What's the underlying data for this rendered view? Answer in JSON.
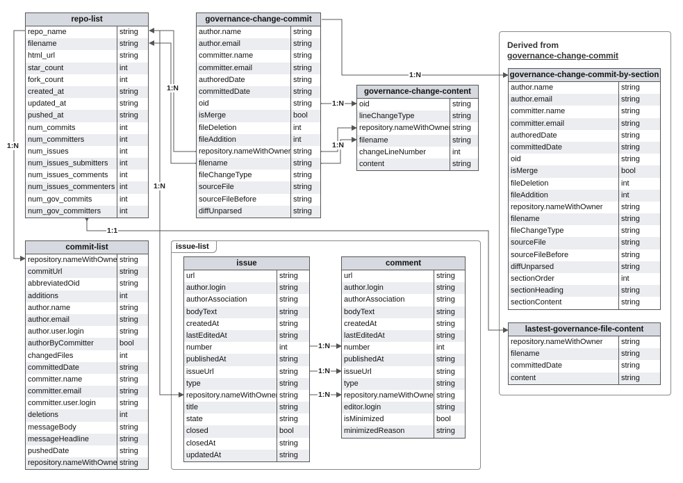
{
  "groups": {
    "issue_list": {
      "label": "issue-list"
    },
    "derived": {
      "line1": "Derived from",
      "line2": "governance-change-commit"
    }
  },
  "relations": {
    "repo_gcc": "1:N",
    "repo_commit": "1:N",
    "repo_issue": "1:N",
    "gcc_gcontent_oid": "1:N",
    "gcc_gcontent_file": "1:N",
    "gcc_section": "1:N",
    "repo_lastest": "1:1",
    "issue_comment_number": "1:N",
    "issue_comment_url": "1:N",
    "issue_comment_repo": "1:N"
  },
  "tables": {
    "repo_list": {
      "title": "repo-list",
      "rows": [
        [
          "repo_name",
          "string"
        ],
        [
          "filename",
          "string"
        ],
        [
          "html_url",
          "string"
        ],
        [
          "star_count",
          "int"
        ],
        [
          "fork_count",
          "int"
        ],
        [
          "created_at",
          "string"
        ],
        [
          "updated_at",
          "string"
        ],
        [
          "pushed_at",
          "string"
        ],
        [
          "num_commits",
          "int"
        ],
        [
          "num_committers",
          "int"
        ],
        [
          "num_issues",
          "int"
        ],
        [
          "num_issues_submitters",
          "int"
        ],
        [
          "num_issues_comments",
          "int"
        ],
        [
          "num_issues_commenters",
          "int"
        ],
        [
          "num_gov_commits",
          "int"
        ],
        [
          "num_gov_committers",
          "int"
        ]
      ]
    },
    "commit_list": {
      "title": "commit-list",
      "rows": [
        [
          "repository.nameWithOwner",
          "string"
        ],
        [
          "commitUrl",
          "string"
        ],
        [
          "abbreviatedOid",
          "string"
        ],
        [
          "additions",
          "int"
        ],
        [
          "author.name",
          "string"
        ],
        [
          "author.email",
          "string"
        ],
        [
          "author.user.login",
          "string"
        ],
        [
          "authorByCommitter",
          "bool"
        ],
        [
          "changedFiles",
          "int"
        ],
        [
          "committedDate",
          "string"
        ],
        [
          "committer.name",
          "string"
        ],
        [
          "committer.email",
          "string"
        ],
        [
          "committer.user.login",
          "string"
        ],
        [
          "deletions",
          "int"
        ],
        [
          "messageBody",
          "string"
        ],
        [
          "messageHeadline",
          "string"
        ],
        [
          "pushedDate",
          "string"
        ],
        [
          "repository.nameWithOwner",
          "string"
        ]
      ]
    },
    "gov_commit": {
      "title": "governance-change-commit",
      "rows": [
        [
          "author.name",
          "string"
        ],
        [
          "author.email",
          "string"
        ],
        [
          "committer.name",
          "string"
        ],
        [
          "committer.email",
          "string"
        ],
        [
          "authoredDate",
          "string"
        ],
        [
          "committedDate",
          "string"
        ],
        [
          "oid",
          "string"
        ],
        [
          "isMerge",
          "bool"
        ],
        [
          "fileDeletion",
          "int"
        ],
        [
          "fileAddition",
          "int"
        ],
        [
          "repository.nameWithOwner",
          "string"
        ],
        [
          "filename",
          "string"
        ],
        [
          "fileChangeType",
          "string"
        ],
        [
          "sourceFile",
          "string"
        ],
        [
          "sourceFileBefore",
          "string"
        ],
        [
          "diffUnparsed",
          "string"
        ]
      ]
    },
    "gov_content": {
      "title": "governance-change-content",
      "rows": [
        [
          "oid",
          "string"
        ],
        [
          "lineChangeType",
          "string"
        ],
        [
          "repository.nameWithOwner",
          "string"
        ],
        [
          "filename",
          "string"
        ],
        [
          "changeLineNumber",
          "int"
        ],
        [
          "content",
          "string"
        ]
      ]
    },
    "gov_section": {
      "title": "governance-change-commit-by-section",
      "rows": [
        [
          "author.name",
          "string"
        ],
        [
          "author.email",
          "string"
        ],
        [
          "committer.name",
          "string"
        ],
        [
          "committer.email",
          "string"
        ],
        [
          "authoredDate",
          "string"
        ],
        [
          "committedDate",
          "string"
        ],
        [
          "oid",
          "string"
        ],
        [
          "isMerge",
          "bool"
        ],
        [
          "fileDeletion",
          "int"
        ],
        [
          "fileAddition",
          "int"
        ],
        [
          "repository.nameWithOwner",
          "string"
        ],
        [
          "filename",
          "string"
        ],
        [
          "fileChangeType",
          "string"
        ],
        [
          "sourceFile",
          "string"
        ],
        [
          "sourceFileBefore",
          "string"
        ],
        [
          "diffUnparsed",
          "string"
        ],
        [
          "sectionOrder",
          "int"
        ],
        [
          "sectionHeading",
          "string"
        ],
        [
          "sectionContent",
          "string"
        ]
      ]
    },
    "lastest": {
      "title": "lastest-governance-file-content",
      "rows": [
        [
          "repository.nameWithOwner",
          "string"
        ],
        [
          "filename",
          "string"
        ],
        [
          "committedDate",
          "string"
        ],
        [
          "content",
          "string"
        ]
      ]
    },
    "issue": {
      "title": "issue",
      "rows": [
        [
          "url",
          "string"
        ],
        [
          "author.login",
          "string"
        ],
        [
          "authorAssociation",
          "string"
        ],
        [
          "bodyText",
          "string"
        ],
        [
          "createdAt",
          "string"
        ],
        [
          "lastEditedAt",
          "string"
        ],
        [
          "number",
          "int"
        ],
        [
          "publishedAt",
          "string"
        ],
        [
          "issueUrl",
          "string"
        ],
        [
          "type",
          "string"
        ],
        [
          "repository.nameWithOwner",
          "string"
        ],
        [
          "title",
          "string"
        ],
        [
          "state",
          "string"
        ],
        [
          "closed",
          "bool"
        ],
        [
          "closedAt",
          "string"
        ],
        [
          "updatedAt",
          "string"
        ]
      ]
    },
    "comment": {
      "title": "comment",
      "rows": [
        [
          "url",
          "string"
        ],
        [
          "author.login",
          "string"
        ],
        [
          "authorAssociation",
          "string"
        ],
        [
          "bodyText",
          "string"
        ],
        [
          "createdAt",
          "string"
        ],
        [
          "lastEditedAt",
          "string"
        ],
        [
          "number",
          "int"
        ],
        [
          "publishedAt",
          "string"
        ],
        [
          "issueUrl",
          "string"
        ],
        [
          "type",
          "string"
        ],
        [
          "repository.nameWithOwner",
          "string"
        ],
        [
          "editor.login",
          "string"
        ],
        [
          "isMinimized",
          "bool"
        ],
        [
          "minimizedReason",
          "string"
        ]
      ]
    }
  }
}
